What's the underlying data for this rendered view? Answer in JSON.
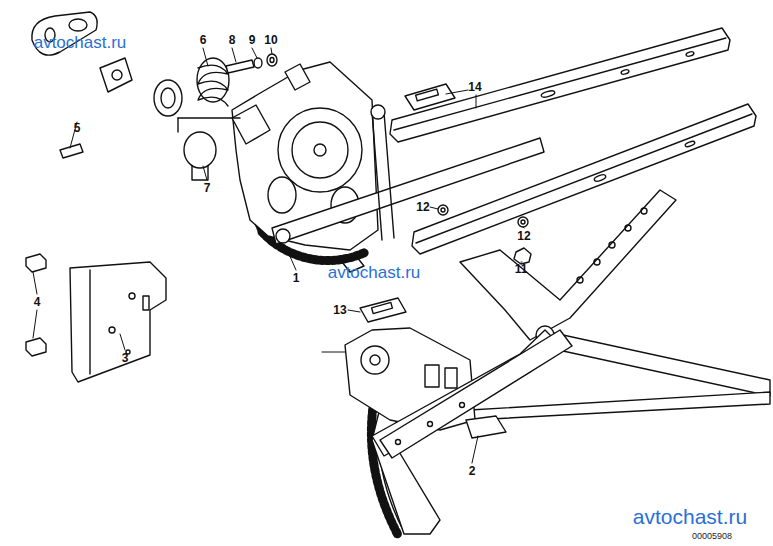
{
  "diagram": {
    "labels": [
      "avtochast.ru",
      "6",
      "8",
      "9",
      "10",
      "14",
      "5",
      "7",
      "12",
      "12",
      "11",
      "1",
      "avtochast.ru",
      "4",
      "13",
      "3",
      "2",
      "avtochast.ru",
      "00005908"
    ]
  }
}
